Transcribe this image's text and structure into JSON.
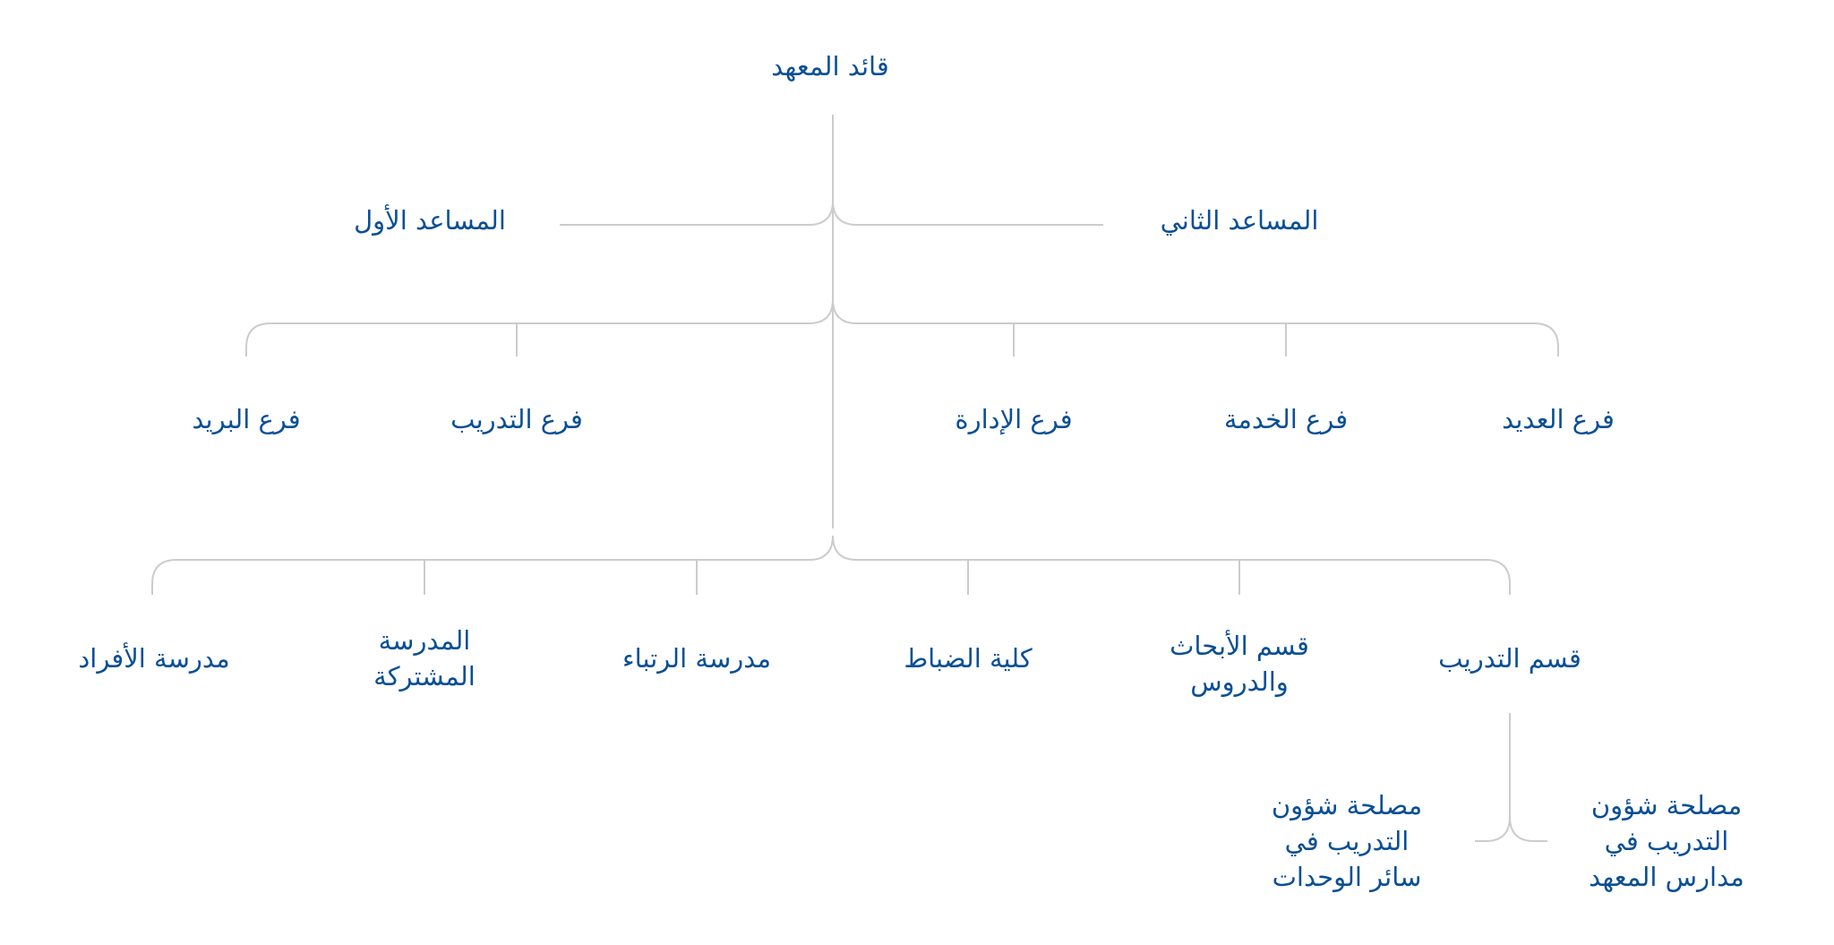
{
  "chart": {
    "head": {
      "label": "قائد المعهد"
    },
    "deputies": {
      "first": {
        "label": "المساعد الأول"
      },
      "second": {
        "label": "المساعد الثاني"
      }
    },
    "branches": {
      "mail": {
        "label": "فرع البريد"
      },
      "training": {
        "label": "فرع التدريب"
      },
      "administration": {
        "label": "فرع الإدارة"
      },
      "service": {
        "label": "فرع الخدمة"
      },
      "numerous": {
        "label": "فرع العديد"
      }
    },
    "schools": {
      "individuals": {
        "label": "مدرسة الأفراد"
      },
      "joint": {
        "lines": [
          "المدرسة",
          "المشتركة"
        ]
      },
      "ranks": {
        "label": "مدرسة الرتباء"
      },
      "officers": {
        "label": "كلية الضباط"
      },
      "research": {
        "lines": [
          "قسم الأبحاث",
          "والدروس"
        ]
      },
      "training_dept": {
        "label": "قسم التدريب"
      }
    },
    "training_services": {
      "units": {
        "lines": [
          "مصلحة شؤون",
          "التدريب في",
          "سائر الوحدات"
        ]
      },
      "schools": {
        "lines": [
          "مصلحة شؤون",
          "التدريب في",
          "مدارس المعهد"
        ]
      }
    }
  },
  "colors": {
    "text": "#0a4f95",
    "connector": "#cccccc",
    "background": "#ffffff"
  }
}
